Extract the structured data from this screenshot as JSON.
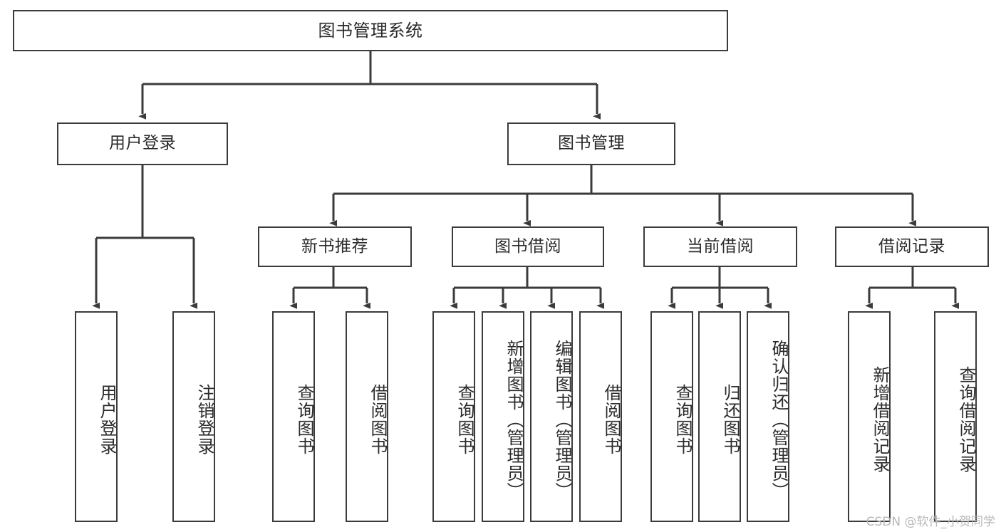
{
  "diagram": {
    "title": "图书管理系统",
    "type": "tree-hierarchy",
    "watermark": "CSDN @软件_小贺同学",
    "line_color": "#3b3b3b",
    "node_fill": "#ffffff",
    "background": "#ffffff",
    "root": {
      "id": "root",
      "label": "图书管理系统"
    },
    "level1": [
      {
        "id": "user-login",
        "label": "用户登录"
      },
      {
        "id": "book-manage",
        "label": "图书管理"
      }
    ],
    "level2": [
      {
        "id": "new-book-rec",
        "label": "新书推荐",
        "parent": "book-manage"
      },
      {
        "id": "book-borrow",
        "label": "图书借阅",
        "parent": "book-manage"
      },
      {
        "id": "current-borrow",
        "label": "当前借阅",
        "parent": "book-manage"
      },
      {
        "id": "borrow-record",
        "label": "借阅记录",
        "parent": "book-manage"
      }
    ],
    "leaves": [
      {
        "id": "leaf-user-login",
        "label": "用户登录",
        "parent": "user-login"
      },
      {
        "id": "leaf-logout",
        "label": "注销登录",
        "parent": "user-login"
      },
      {
        "id": "leaf-query-book-1",
        "label": "查询图书",
        "parent": "new-book-rec"
      },
      {
        "id": "leaf-borrow-book-1",
        "label": "借阅图书",
        "parent": "new-book-rec"
      },
      {
        "id": "leaf-query-book-2",
        "label": "查询图书",
        "parent": "book-borrow"
      },
      {
        "id": "leaf-add-book",
        "label": "新增图书（管理员）",
        "parent": "book-borrow"
      },
      {
        "id": "leaf-edit-book",
        "label": "编辑图书（管理员）",
        "parent": "book-borrow"
      },
      {
        "id": "leaf-borrow-book-2",
        "label": "借阅图书",
        "parent": "book-borrow"
      },
      {
        "id": "leaf-query-book-3",
        "label": "查询图书",
        "parent": "current-borrow"
      },
      {
        "id": "leaf-return-book",
        "label": "归还图书",
        "parent": "current-borrow"
      },
      {
        "id": "leaf-confirm-return",
        "label": "确认归还（管理员）",
        "parent": "current-borrow"
      },
      {
        "id": "leaf-add-record",
        "label": "新增借阅记录",
        "parent": "borrow-record"
      },
      {
        "id": "leaf-query-record",
        "label": "查询借阅记录",
        "parent": "borrow-record"
      }
    ]
  }
}
